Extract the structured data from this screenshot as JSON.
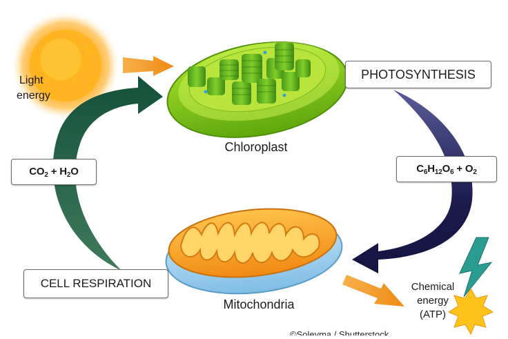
{
  "colors": {
    "dark_green_arrow": "#1f5a3f",
    "navy_arrow": "#1f1d52",
    "orange_arrow": "#f19a20",
    "chloroplast_outer": "#8bd11a",
    "mitochondria_orange": "#f59d1f",
    "mitochondria_blue": "#9fd0ee",
    "sun_yellow": "#ffb21e",
    "lightning_teal": "#2a9d93"
  },
  "icons": [
    "sun-icon",
    "chloroplast-icon",
    "mitochondria-icon",
    "lightning-icon",
    "starburst-icon"
  ],
  "labels": {
    "light_energy_line1": "Light",
    "light_energy_line2": "energy",
    "chloroplast": "Chloroplast",
    "mitochondria": "Mitochondria",
    "chemical_line1": "Chemical",
    "chemical_line2": "energy",
    "chemical_line3": "(ATP)",
    "credit": "©Soleyma / Shutterstock"
  },
  "boxes": {
    "photosynthesis": "PHOTOSYNTHESIS",
    "cell_respiration": "CELL RESPIRATION"
  },
  "formulas": {
    "reactants": {
      "co": "CO",
      "two_a": "2",
      "plus": " + H",
      "two_b": "2",
      "o": "O"
    },
    "products": {
      "c": "C",
      "six_a": "6",
      "h": "H",
      "twelve": "12",
      "o": "O",
      "six_b": "6",
      "plus": " + O",
      "two": "2"
    }
  }
}
